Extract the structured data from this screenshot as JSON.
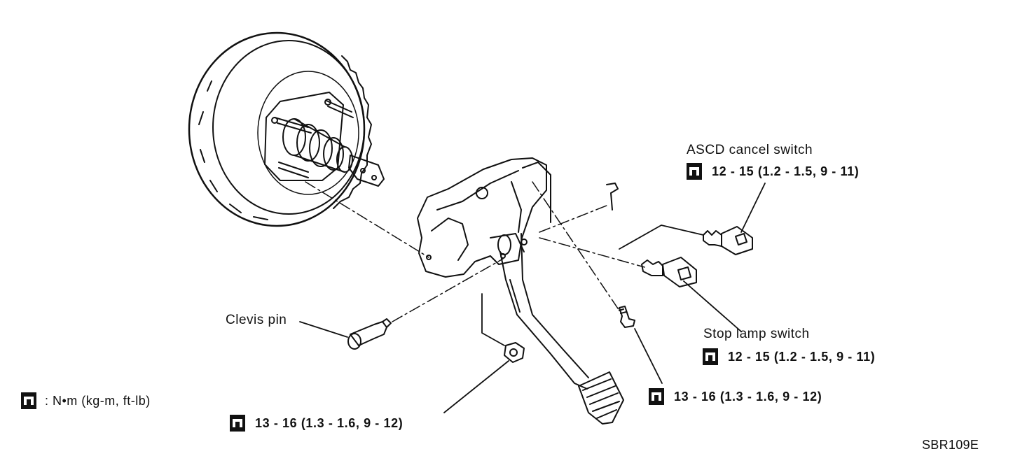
{
  "labels": {
    "clevis_pin": "Clevis pin",
    "ascd_cancel_switch": "ASCD cancel switch",
    "stop_lamp_switch": "Stop lamp switch"
  },
  "torques": {
    "ascd": "12 - 15 (1.2 - 1.5, 9 - 11)",
    "stop_lamp": "12 - 15 (1.2 - 1.5, 9 - 11)",
    "bolt": "13 - 16 (1.3 - 1.6, 9 - 12)",
    "nut": "13 - 16 (1.3 - 1.6, 9 - 12)"
  },
  "legend": {
    "text": ": N•m (kg-m, ft-lb)"
  },
  "figure_code": "SBR109E",
  "icons": {
    "torque": "torque-wrench-icon"
  }
}
